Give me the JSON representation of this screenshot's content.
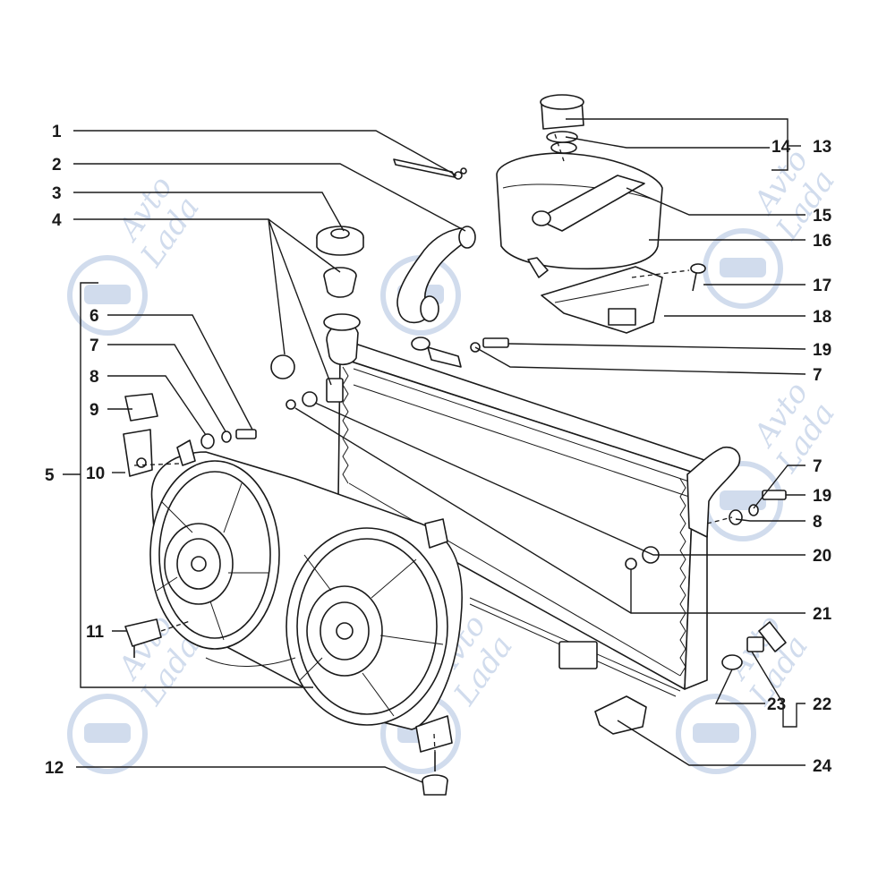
{
  "labels": {
    "l1": "1",
    "l2": "2",
    "l3": "3",
    "l4": "4",
    "l5": "5",
    "l6": "6",
    "l7a": "7",
    "l8a": "8",
    "l9": "9",
    "l10": "10",
    "l11": "11",
    "l12": "12",
    "l13": "13",
    "l14": "14",
    "l15": "15",
    "l16": "16",
    "l17": "17",
    "l18": "18",
    "l19a": "19",
    "l7b": "7",
    "l7c": "7",
    "l19b": "19",
    "l8b": "8",
    "l20": "20",
    "l21": "21",
    "l22": "22",
    "l23": "23",
    "l24": "24"
  },
  "watermark": {
    "line1": "Avto",
    "line2": "Lada"
  },
  "colors": {
    "ink": "#1a1a1a",
    "watermark": "#c9d6ea",
    "background": "#ffffff"
  }
}
